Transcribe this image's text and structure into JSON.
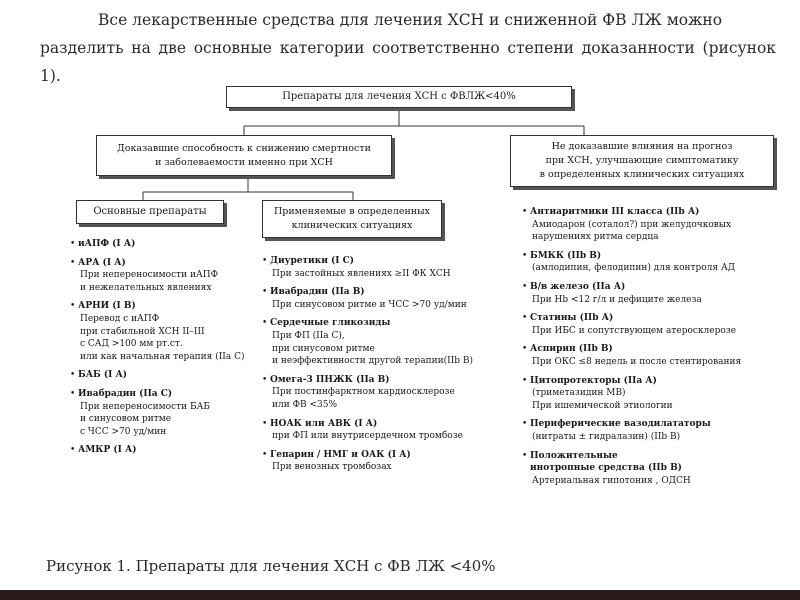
{
  "intro": {
    "line1": "Все лекарственные средства для лечения ХСН и сниженной ФВ ЛЖ можно",
    "line2": "разделить на две основные категории соответственно степени доказанности (рисунок 1)."
  },
  "diagram": {
    "root": "Препараты для лечения ХСН с ФВЛЖ<40%",
    "left_branch": "Доказавшие способность к снижению смертности\nи заболеваемости именно при ХСН",
    "right_branch": "Не доказавшие влияния на прогноз\nпри ХСН, улучшающие симптоматику\nв определенных клинических ситуациях",
    "main_box": "Основные препараты",
    "specific_box": "Применяемые в определенных\nклинических ситуациях",
    "main_items": [
      {
        "head": "иАПФ (I А)",
        "desc": ""
      },
      {
        "head": "АРА (I А)",
        "desc": "При непереносимости иАПФ\nи нежелательных явлениях"
      },
      {
        "head": "АРНИ (I В)",
        "desc": "Перевод с иАПФ\nпри стабильной ХСН II–III\nс САД >100 мм рт.ст.\nили как начальная терапия (IIа С)"
      },
      {
        "head": "БАБ (I А)",
        "desc": ""
      },
      {
        "head": "Ивабрадин (IIа С)",
        "desc": "При непереносимости БАБ\nи синусовом ритме\nс ЧСС >70 уд/мин"
      },
      {
        "head": "АМКР (I А)",
        "desc": ""
      }
    ],
    "specific_items": [
      {
        "head": "Диуретики (I С)",
        "desc": "При застойных явлениях ≥II ФК ХСН"
      },
      {
        "head": "Ивабрадин (IIа В)",
        "desc": "При синусовом ритме и ЧСС >70 уд/мин"
      },
      {
        "head": "Сердечные гликозиды",
        "desc": "При ФП (IIа С),\nпри синусовом ритме\nи неэффективности другой терапии(IIb В)"
      },
      {
        "head": "Омега-3 ПНЖК (IIа В)",
        "desc": "При постинфарктном кардиосклерозе\nили ФВ <35%"
      },
      {
        "head": "НОАК или АВК (I А)",
        "desc": "при ФП или внутрисердечном тромбозе"
      },
      {
        "head": "Гепарин / НМГ и ОАК (I А)",
        "desc": "При венозных тромбозах"
      }
    ],
    "other_items": [
      {
        "head": "Антиаритмики III класса (IIb А)",
        "desc": "Амиодарон (соталол?) при желудочковых\nнарушениях ритма сердца"
      },
      {
        "head": "БМКК (IIb В)",
        "desc": "(амлодипин, фелодипин) для контроля АД"
      },
      {
        "head": "В/в железо (IIа А)",
        "desc": "При Hb <12 г/л и дефиците железа"
      },
      {
        "head": "Статины (IIb А)",
        "desc": "При ИБС и сопутствующем атеросклерозе"
      },
      {
        "head": "Аспирин (IIb В)",
        "desc": "При ОКС ≤8 недель и после стентирования"
      },
      {
        "head": "Цитопротекторы (IIа А)",
        "desc": "(триметазидин МВ)\nПри ишемической этиологии"
      },
      {
        "head": "Периферические вазодилататоры",
        "desc": "(нитраты ± гидралазин) (IIb В)"
      },
      {
        "head": "Положительные\nинотропные средства (IIb В)",
        "desc": "Артериальная гипотония , ОДСН"
      }
    ]
  },
  "caption": "Рисунок 1. Препараты для лечения ХСН с ФВ ЛЖ <40%"
}
